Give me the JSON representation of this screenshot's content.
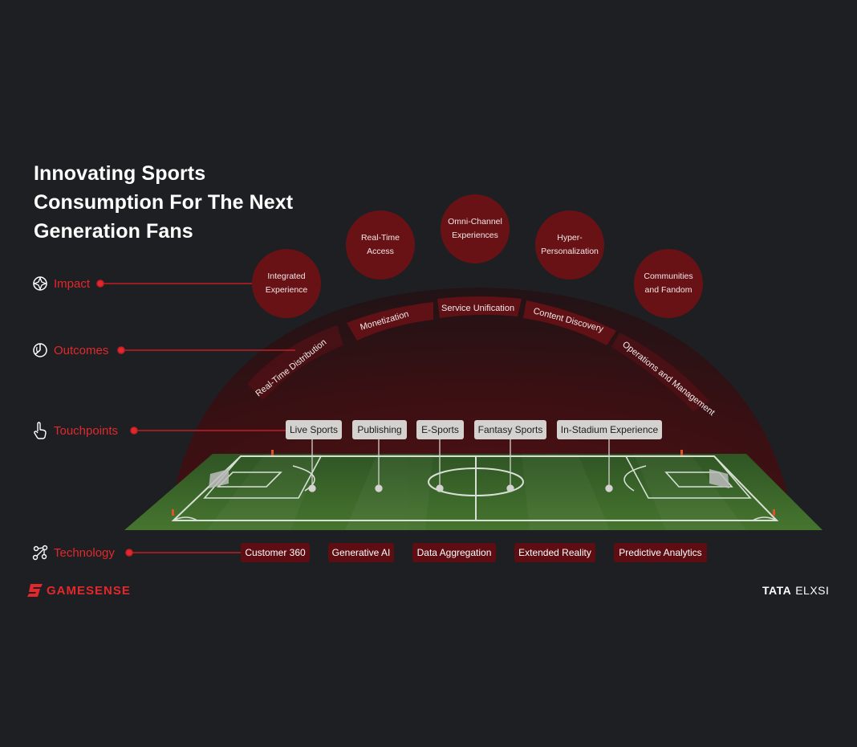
{
  "title": {
    "lines": [
      "Innovating Sports",
      "Consumption For The Next",
      "Generation  Fans"
    ]
  },
  "layers": {
    "impact": {
      "label": "Impact",
      "icon": "compass-star-icon"
    },
    "outcomes": {
      "label": "Outcomes",
      "icon": "pie-chart-icon"
    },
    "touchpoints": {
      "label": "Touchpoints",
      "icon": "tap-hand-icon"
    },
    "technology": {
      "label": "Technology",
      "icon": "nodes-icon"
    }
  },
  "impacts": [
    {
      "line1": "Integrated",
      "line2": "Experience"
    },
    {
      "line1": "Real-Time",
      "line2": "Access"
    },
    {
      "line1": "Omni-Channel",
      "line2": "Experiences"
    },
    {
      "line1": "Hyper-",
      "line2": "Personalization"
    },
    {
      "line1": "Communities",
      "line2": "and Fandom"
    }
  ],
  "outcomes": [
    "Real-Time Distribution",
    "Monetization",
    "Service Unification",
    "Content Discovery",
    "Operations and Management"
  ],
  "touchpoints": [
    "Live Sports",
    "Publishing",
    "E-Sports",
    "Fantasy Sports",
    "In-Stadium Experience"
  ],
  "technology": [
    "Customer 360",
    "Generative AI",
    "Data Aggregation",
    "Extended Reality",
    "Predictive Analytics"
  ],
  "brands": {
    "left": "GAMESENSE",
    "right_bold": "TATA",
    "right_regular": "ELXSI"
  },
  "colors": {
    "background": "#1e1f22",
    "accent": "#e2282c",
    "impact_circle": "#691216",
    "tech_box": "#5e0d12",
    "touchpoint_box": "#d3d2cf",
    "pitch": "#3f6b2c"
  }
}
